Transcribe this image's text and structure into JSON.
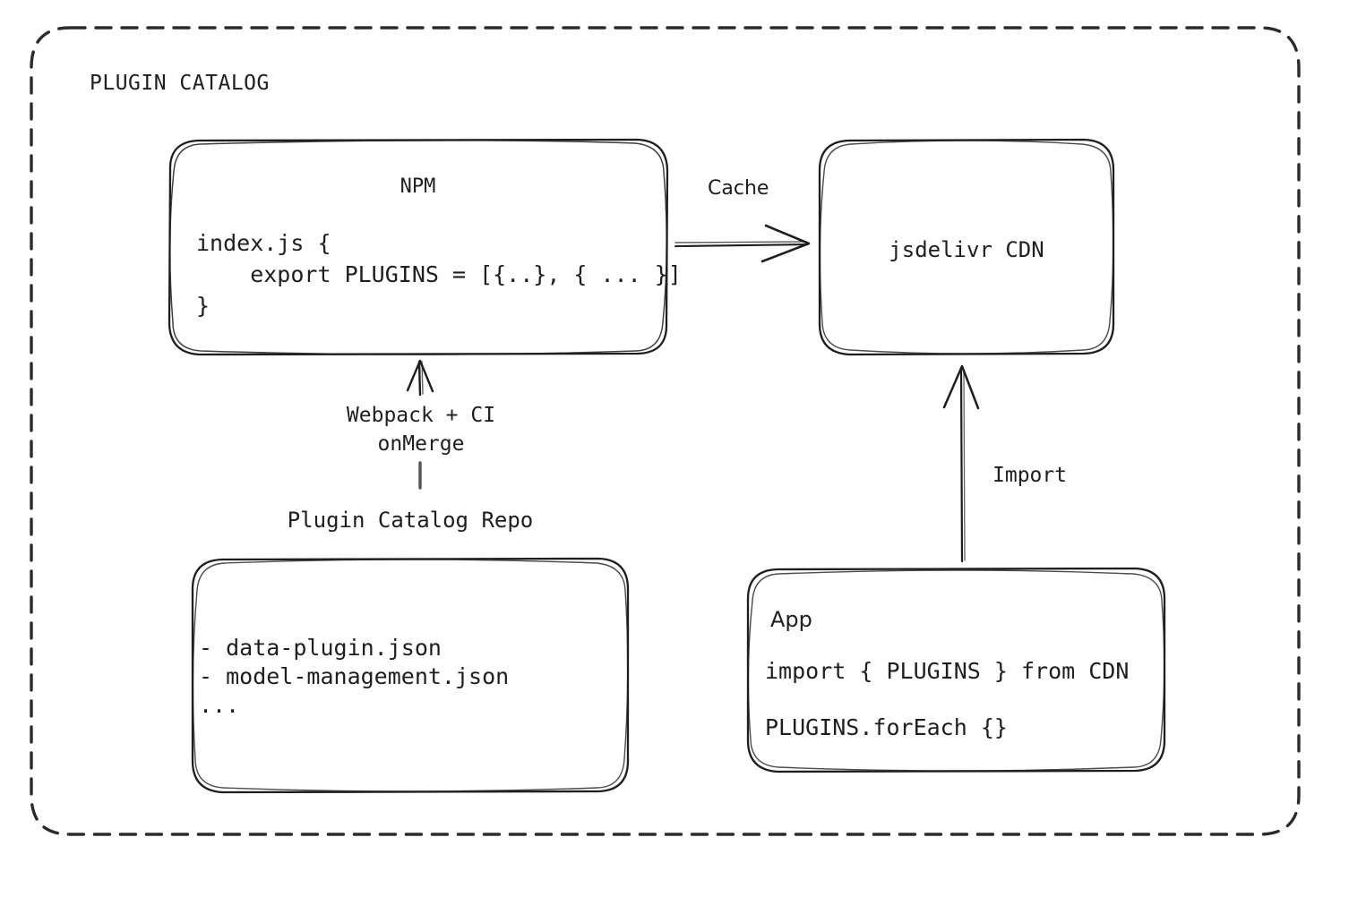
{
  "diagram": {
    "title": "PLUGIN CATALOG",
    "accent_color": "#1e1e1e",
    "background_color": "#ffffff",
    "nodes": {
      "npm": {
        "title": "NPM",
        "code": "index.js {\n    export PLUGINS = [{..}, { ... }]\n}"
      },
      "cdn": {
        "title": "jsdelivr CDN"
      },
      "repo": {
        "title": "Plugin Catalog Repo",
        "items": "- data-plugin.json\n- model-management.json\n..."
      },
      "app": {
        "title": "App",
        "code_line_1": "import { PLUGINS } from CDN",
        "code_line_2": "PLUGINS.forEach {}"
      }
    },
    "edges": {
      "cache": "Cache",
      "build": "Webpack + CI\nonMerge",
      "import": "Import"
    }
  }
}
